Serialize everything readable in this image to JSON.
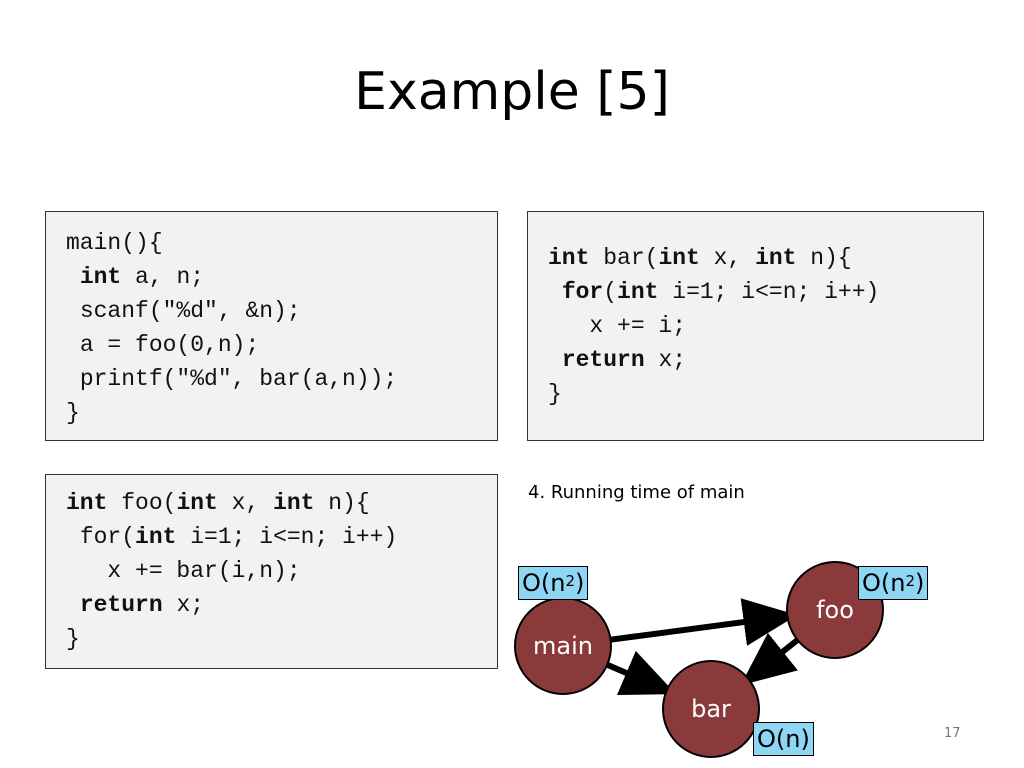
{
  "slide": {
    "title": "Example [5]",
    "caption": "4. Running time of main",
    "page_number": "17"
  },
  "code": {
    "main": [
      {
        "indent": "",
        "parts": [
          {
            "t": "main(){"
          }
        ]
      },
      {
        "indent": " ",
        "parts": [
          {
            "t": "int",
            "kw": true
          },
          {
            "t": " a, n;"
          }
        ]
      },
      {
        "indent": " ",
        "parts": [
          {
            "t": "scanf(\"%d\", &n);"
          }
        ]
      },
      {
        "indent": " ",
        "parts": [
          {
            "t": "a = foo(0,n);"
          }
        ]
      },
      {
        "indent": " ",
        "parts": [
          {
            "t": "printf(\"%d\", bar(a,n));"
          }
        ]
      },
      {
        "indent": "",
        "parts": [
          {
            "t": "}"
          }
        ]
      }
    ],
    "bar": [
      {
        "indent": "",
        "parts": [
          {
            "t": "int",
            "kw": true
          },
          {
            "t": " bar("
          },
          {
            "t": "int",
            "kw": true
          },
          {
            "t": " x, "
          },
          {
            "t": "int",
            "kw": true
          },
          {
            "t": " n){"
          }
        ]
      },
      {
        "indent": " ",
        "parts": [
          {
            "t": "for",
            "kw": true
          },
          {
            "t": "("
          },
          {
            "t": "int",
            "kw": true
          },
          {
            "t": " i=1; i<=n; i++)"
          }
        ]
      },
      {
        "indent": "   ",
        "parts": [
          {
            "t": "x += i;"
          }
        ]
      },
      {
        "indent": " ",
        "parts": [
          {
            "t": "return",
            "kw": true
          },
          {
            "t": " x;"
          }
        ]
      },
      {
        "indent": "",
        "parts": [
          {
            "t": "}"
          }
        ]
      }
    ],
    "foo": [
      {
        "indent": "",
        "parts": [
          {
            "t": "int",
            "kw": true
          },
          {
            "t": " foo("
          },
          {
            "t": "int",
            "kw": true
          },
          {
            "t": " x, "
          },
          {
            "t": "int",
            "kw": true
          },
          {
            "t": " n){"
          }
        ]
      },
      {
        "indent": " ",
        "parts": [
          {
            "t": "for("
          },
          {
            "t": "int",
            "kw": true
          },
          {
            "t": " i=1; i<=n; i++)"
          }
        ]
      },
      {
        "indent": "   ",
        "parts": [
          {
            "t": "x += bar(i,n);"
          }
        ]
      },
      {
        "indent": " ",
        "parts": [
          {
            "t": "return",
            "kw": true
          },
          {
            "t": " x;"
          }
        ]
      },
      {
        "indent": "",
        "parts": [
          {
            "t": "}"
          }
        ]
      }
    ]
  },
  "call_graph": {
    "nodes": {
      "main": {
        "label": "main",
        "complexity": {
          "base": "O(n",
          "sup": "2",
          "end": ")"
        }
      },
      "foo": {
        "label": "foo",
        "complexity": {
          "base": "O(n",
          "sup": "2",
          "end": ")"
        }
      },
      "bar": {
        "label": "bar",
        "complexity": {
          "base": "O(n)",
          "sup": "",
          "end": ""
        }
      }
    },
    "edges": [
      {
        "from": "main",
        "to": "foo"
      },
      {
        "from": "main",
        "to": "bar"
      },
      {
        "from": "foo",
        "to": "bar"
      }
    ],
    "colors": {
      "node_fill": "#8a3a3a",
      "node_stroke": "#000000",
      "complexity_fill": "#8ed6f3"
    }
  }
}
